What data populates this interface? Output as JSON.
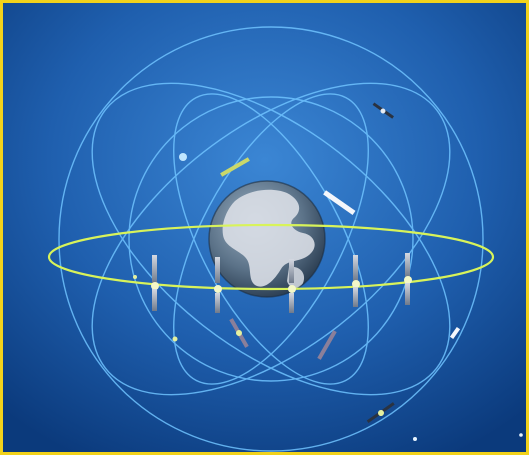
{
  "image": {
    "subject": "satellite-constellation",
    "colors": {
      "frame": "#f2d21b",
      "sky_top": "#2e74c4",
      "sky_bottom": "#0b3a7c",
      "orbit_ring": "#6fc3ff",
      "equatorial_orbit": "#d8f35a",
      "earth_ocean": "#5b7288",
      "earth_land": "#d9dee5"
    },
    "elements": {
      "earth": "earth-globe",
      "orbits": [
        "outer-circle-orbit",
        "inner-circle-orbit",
        "tilted-orbit-left",
        "tilted-orbit-right",
        "tilted-orbit-diagonal",
        "equatorial-orbit"
      ],
      "satellites": "satellite-icons"
    }
  }
}
